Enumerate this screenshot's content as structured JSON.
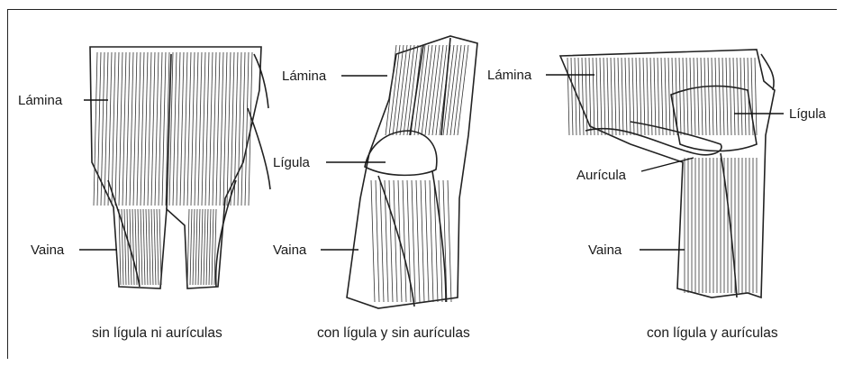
{
  "figures": [
    {
      "caption": "sin lígula ni aurículas",
      "labels": {
        "lamina": "Lámina",
        "vaina": "Vaina"
      }
    },
    {
      "caption": "con lígula y sin aurículas",
      "labels": {
        "lamina": "Lámina",
        "ligula": "Lígula",
        "vaina": "Vaina"
      }
    },
    {
      "caption": "con lígula y aurículas",
      "labels": {
        "lamina": "Lámina",
        "ligula": "Lígula",
        "auricula": "Aurícula",
        "vaina": "Vaina"
      }
    }
  ]
}
